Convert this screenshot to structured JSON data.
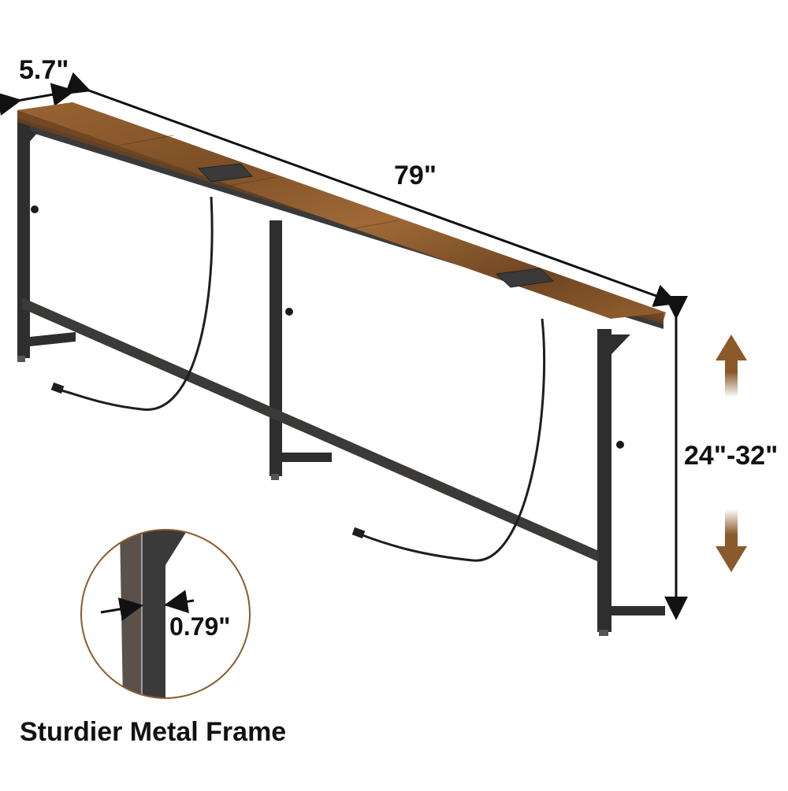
{
  "product": {
    "type": "narrow console / sofa table with power outlets",
    "frame_color": "#2e2e2e",
    "top_color": "#8a5a2e",
    "accent_arrow_color": "#8b5a2b"
  },
  "dimensions": {
    "depth_label": "5.7\"",
    "length_label": "79\"",
    "height_label": "24\"-32\"",
    "tube_width_label": "0.79\""
  },
  "features": {
    "outlets_count": 2,
    "adjustable_height": true,
    "adjust_arrows": [
      "up-arrow",
      "down-arrow"
    ]
  },
  "inset": {
    "caption": "Sturdier Metal Frame",
    "border_color": "#8b5a2b"
  }
}
